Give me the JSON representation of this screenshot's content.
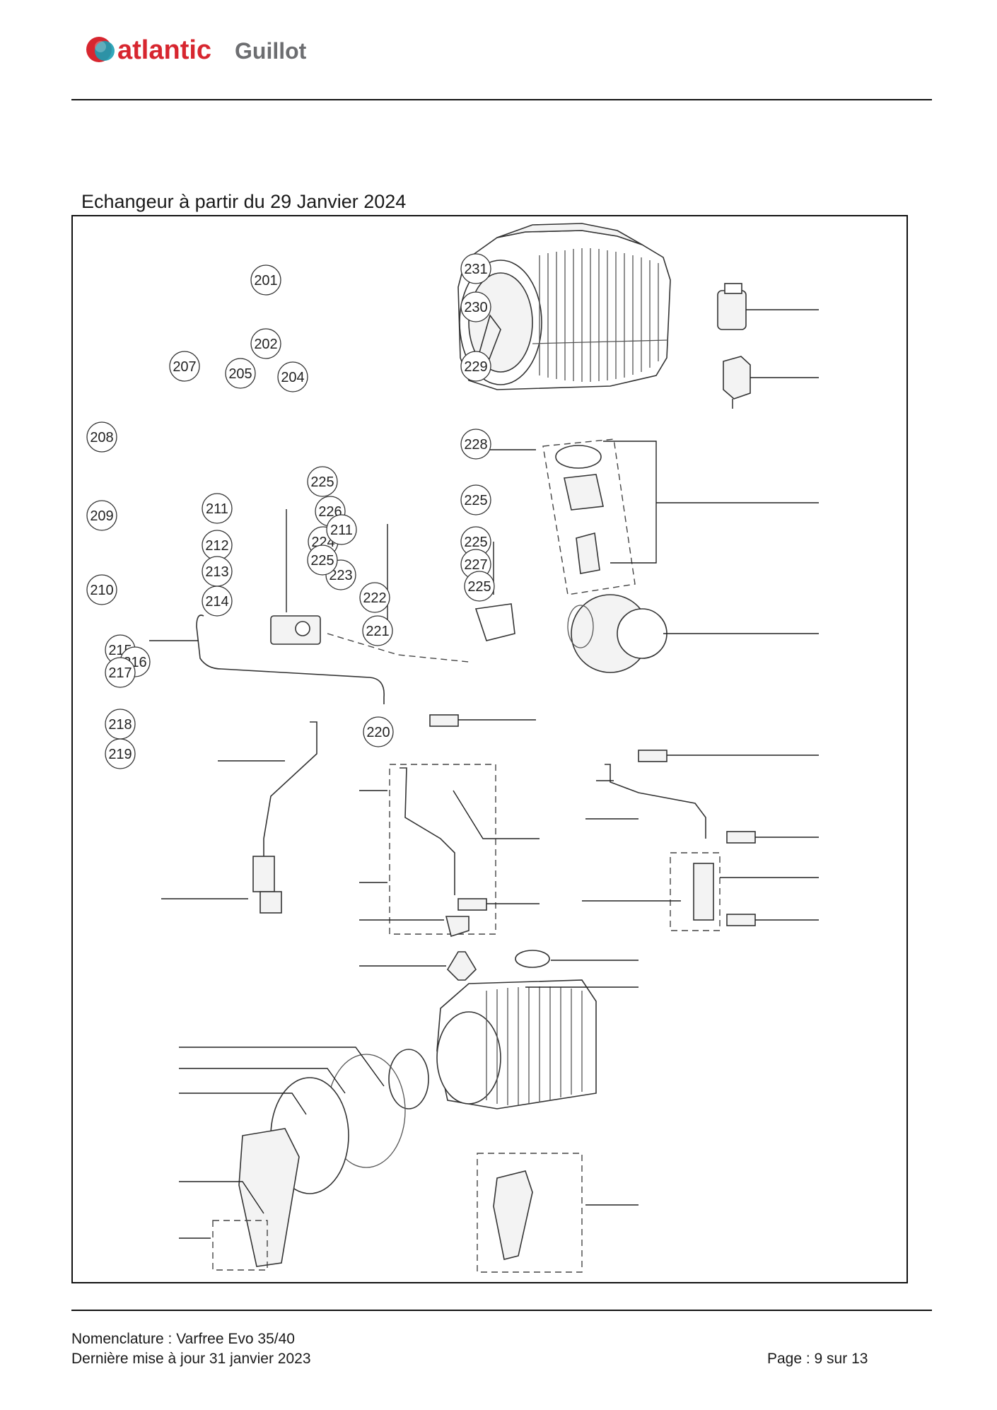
{
  "brand": {
    "name_primary": "atlantic",
    "name_secondary": "Guillot",
    "colors": {
      "atlantic_red": "#d7262f",
      "atlantic_teal": "#1b9fb4",
      "guillot_gray": "#6d6e71"
    }
  },
  "section_title": "Echangeur à partir du 29 Janvier 2024",
  "diagram": {
    "callouts": [
      "201",
      "202",
      "204",
      "205",
      "207",
      "208",
      "209",
      "210",
      "211",
      "212",
      "213",
      "214",
      "215",
      "216",
      "217",
      "218",
      "219",
      "220",
      "221",
      "222",
      "223",
      "224",
      "225",
      "226",
      "211",
      "225",
      "225",
      "225",
      "227",
      "225",
      "228",
      "229",
      "230",
      "231"
    ]
  },
  "footer": {
    "line1": "Nomenclature : Varfree Evo 35/40",
    "line2": "Dernière mise à jour 31 janvier 2023",
    "page": "Page : 9 sur 13"
  }
}
